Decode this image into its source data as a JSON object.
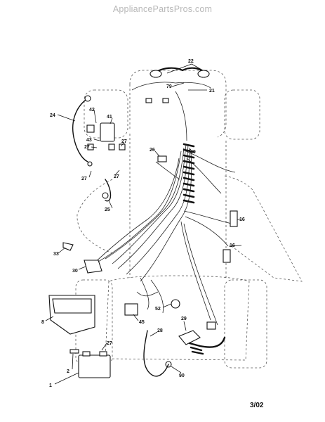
{
  "watermark": "AppliancePartsPros.com",
  "footer_code": "3/02",
  "callouts": [
    "22",
    "79",
    "21",
    "24",
    "42",
    "41",
    "43",
    "27",
    "27",
    "27",
    "27",
    "26",
    "40",
    "25",
    "16",
    "16",
    "33",
    "30",
    "8",
    "27",
    "2",
    "1",
    "52",
    "45",
    "29",
    "28",
    "90"
  ]
}
